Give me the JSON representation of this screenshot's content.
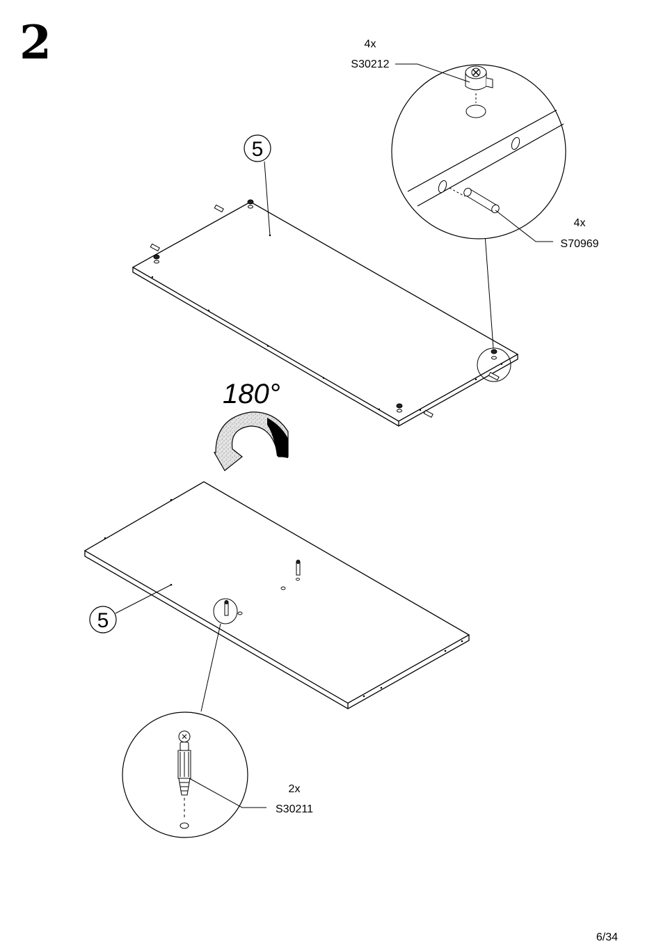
{
  "step_number": "2",
  "rotation_label": "180°",
  "page_number": "6/34",
  "panel_label_top": "5",
  "panel_label_bottom": "5",
  "callouts": {
    "cam_lock": {
      "qty": "4x",
      "code": "S30212"
    },
    "dowel": {
      "qty": "4x",
      "code": "S70969"
    },
    "bolt": {
      "qty": "2x",
      "code": "S30211"
    }
  },
  "colors": {
    "line": "#000000",
    "background": "#ffffff",
    "arrow_fill": "#cfcfcf"
  }
}
